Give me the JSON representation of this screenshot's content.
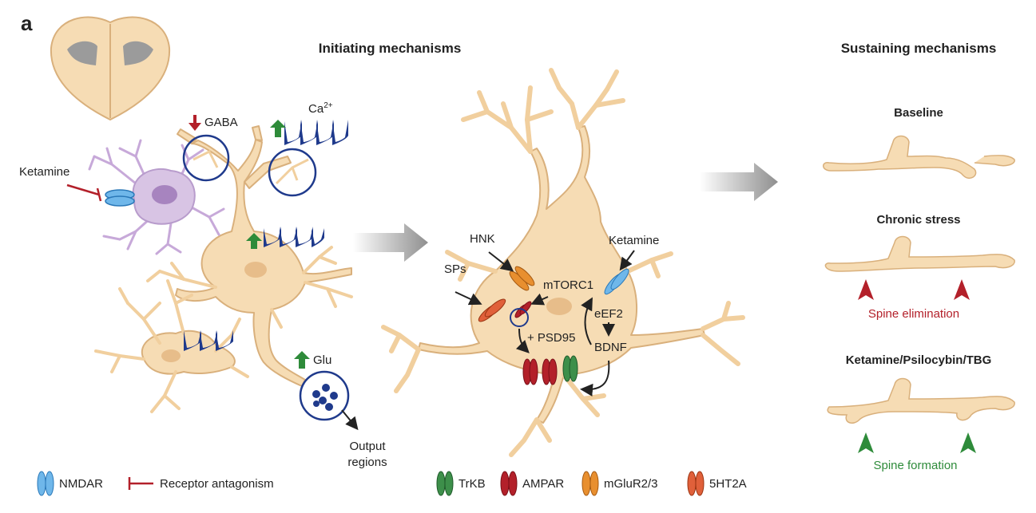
{
  "panel_label": "a",
  "headings": {
    "initiating": "Initiating mechanisms",
    "sustaining": "Sustaining mechanisms"
  },
  "left_labels": {
    "ketamine": "Ketamine",
    "gaba": "GABA",
    "ca": "Ca",
    "ca_sup": "2+",
    "glu": "Glu",
    "output_line1": "Output",
    "output_line2": "regions"
  },
  "middle_labels": {
    "hnk": "HNK",
    "sps": "SPs",
    "ketamine": "Ketamine",
    "mtorc1": "mTORC1",
    "eef2": "eEF2",
    "psd95": "+ PSD95",
    "bdnf": "BDNF"
  },
  "sustaining": {
    "baseline": "Baseline",
    "chronic": "Chronic stress",
    "elimination": "Spine elimination",
    "treatment": "Ketamine/Psilocybin/TBG",
    "formation": "Spine formation"
  },
  "legend": {
    "nmdar": "NMDAR",
    "antagonism": "Receptor antagonism",
    "trkb": "TrKB",
    "ampar": "AMPAR",
    "mglur": "mGluR2/3",
    "ht2a": "5HT2A"
  },
  "colors": {
    "neuron_fill": "#f6dcb4",
    "neuron_stroke": "#d9b07c",
    "interneuron": "#d8c4e4",
    "nucleus": "#e7bd8a",
    "signal_blue": "#1f3a8c",
    "up_arrow": "#2e8b3a",
    "down_arrow": "#b3202a",
    "nmdar": "#6fb7ea",
    "trkb": "#3d8f4a",
    "ampar": "#b3202a",
    "mglur": "#e88f2f",
    "ht2a": "#e0603a",
    "grey_arrow": "#9a9a9a"
  }
}
